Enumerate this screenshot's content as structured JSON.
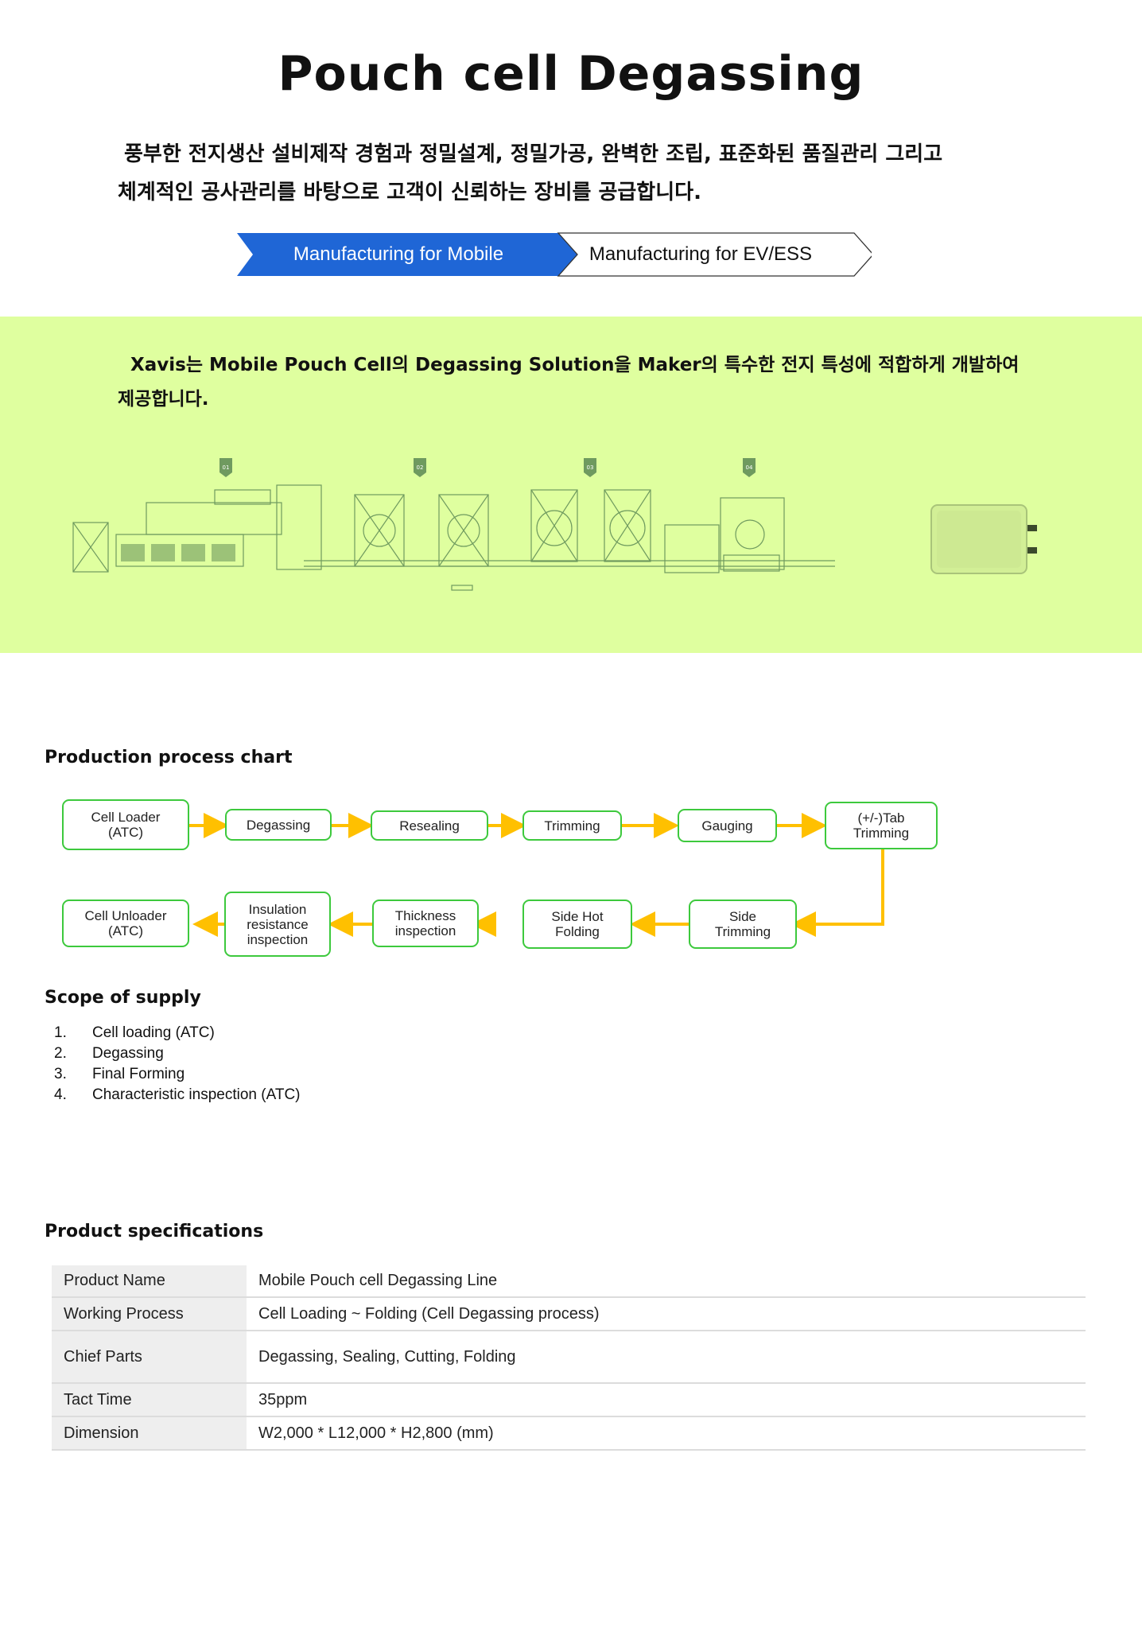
{
  "title": "Pouch cell Degassing",
  "intro": {
    "line1": "풍부한 전지생산 설비제작 경험과 정밀설계, 정밀가공, 완벽한 조립, 표준화된 품질관리 그리고",
    "line2": "체계적인 공사관리를 바탕으로 고객이 신뢰하는 장비를 공급합니다."
  },
  "tabs": {
    "mobile": "Manufacturing for Mobile",
    "ev": "Manufacturing for EV/ESS",
    "active_color": "#1f66d6"
  },
  "band": {
    "line1": "Xavis는 Mobile Pouch Cell의 Degassing Solution을 Maker의 특수한 전지 특성에 적합하게 개발하여",
    "line2": "제공합니다.",
    "markers": [
      "01",
      "02",
      "03",
      "04"
    ],
    "background": "#dfff9f"
  },
  "process": {
    "heading": "Production process chart",
    "row1": [
      "Cell Loader\n(ATC)",
      "Degassing",
      "Resealing",
      "Trimming",
      "Gauging",
      "(+/-)Tab\nTrimming"
    ],
    "row2": [
      "Cell Unloader\n(ATC)",
      "Insulation\nresistance\ninspection",
      "Thickness\ninspection",
      "Side Hot\nFolding",
      "Side\nTrimming"
    ],
    "box_color": "#3dc93d",
    "arrow_color": "#ffc000"
  },
  "scope": {
    "heading": "Scope of supply",
    "items": [
      {
        "num": "1.",
        "text": "Cell loading (ATC)"
      },
      {
        "num": "2.",
        "text": "Degassing"
      },
      {
        "num": "3.",
        "text": "Final Forming"
      },
      {
        "num": "4.",
        "text": "Characteristic inspection (ATC)"
      }
    ]
  },
  "specs": {
    "heading": "Product specifications",
    "rows": [
      {
        "k": "Product Name",
        "v": "Mobile Pouch cell Degassing Line"
      },
      {
        "k": "Working Process",
        "v": "Cell Loading ~ Folding    (Cell Degassing process)"
      },
      {
        "k": "Chief Parts",
        "v": "Degassing,  Sealing,  Cutting,  Folding"
      },
      {
        "k": "Tact Time",
        "v": "35ppm"
      },
      {
        "k": "Dimension",
        "v": "W2,000  * L12,000  * H2,800 (mm)"
      }
    ]
  }
}
